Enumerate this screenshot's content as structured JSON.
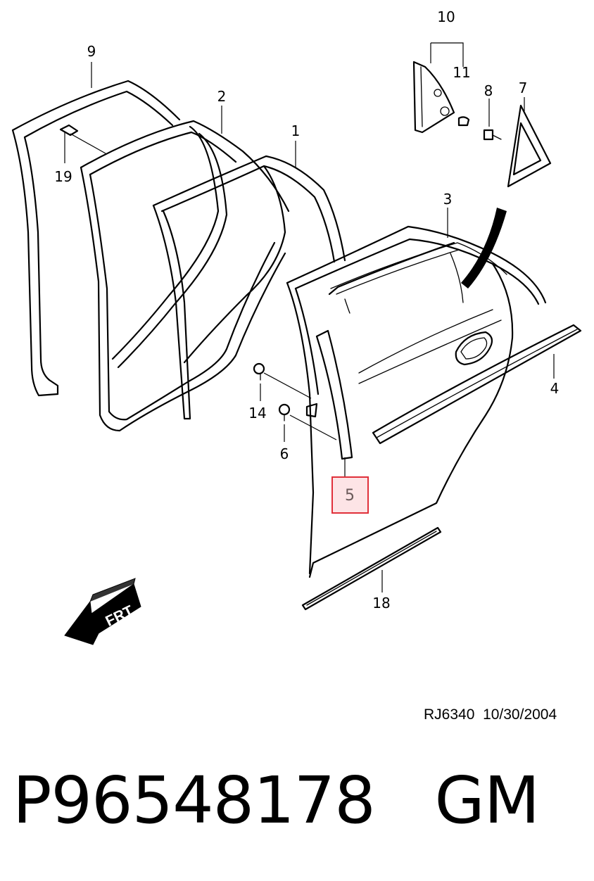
{
  "callouts": {
    "c1": "1",
    "c2": "2",
    "c3": "3",
    "c4": "4",
    "c5": "5",
    "c6": "6",
    "c7": "7",
    "c8": "8",
    "c9": "9",
    "c10": "10",
    "c11": "11",
    "c14": "14",
    "c18": "18",
    "c19": "19"
  },
  "front_arrow_label": "FRT",
  "reference": {
    "code": "RJ6340",
    "date": "10/30/2004"
  },
  "part": {
    "number": "P96548178",
    "brand": "GM"
  },
  "colors": {
    "highlight_border": "#e0303a",
    "highlight_fill": "#fde4e6",
    "line": "#000000"
  }
}
